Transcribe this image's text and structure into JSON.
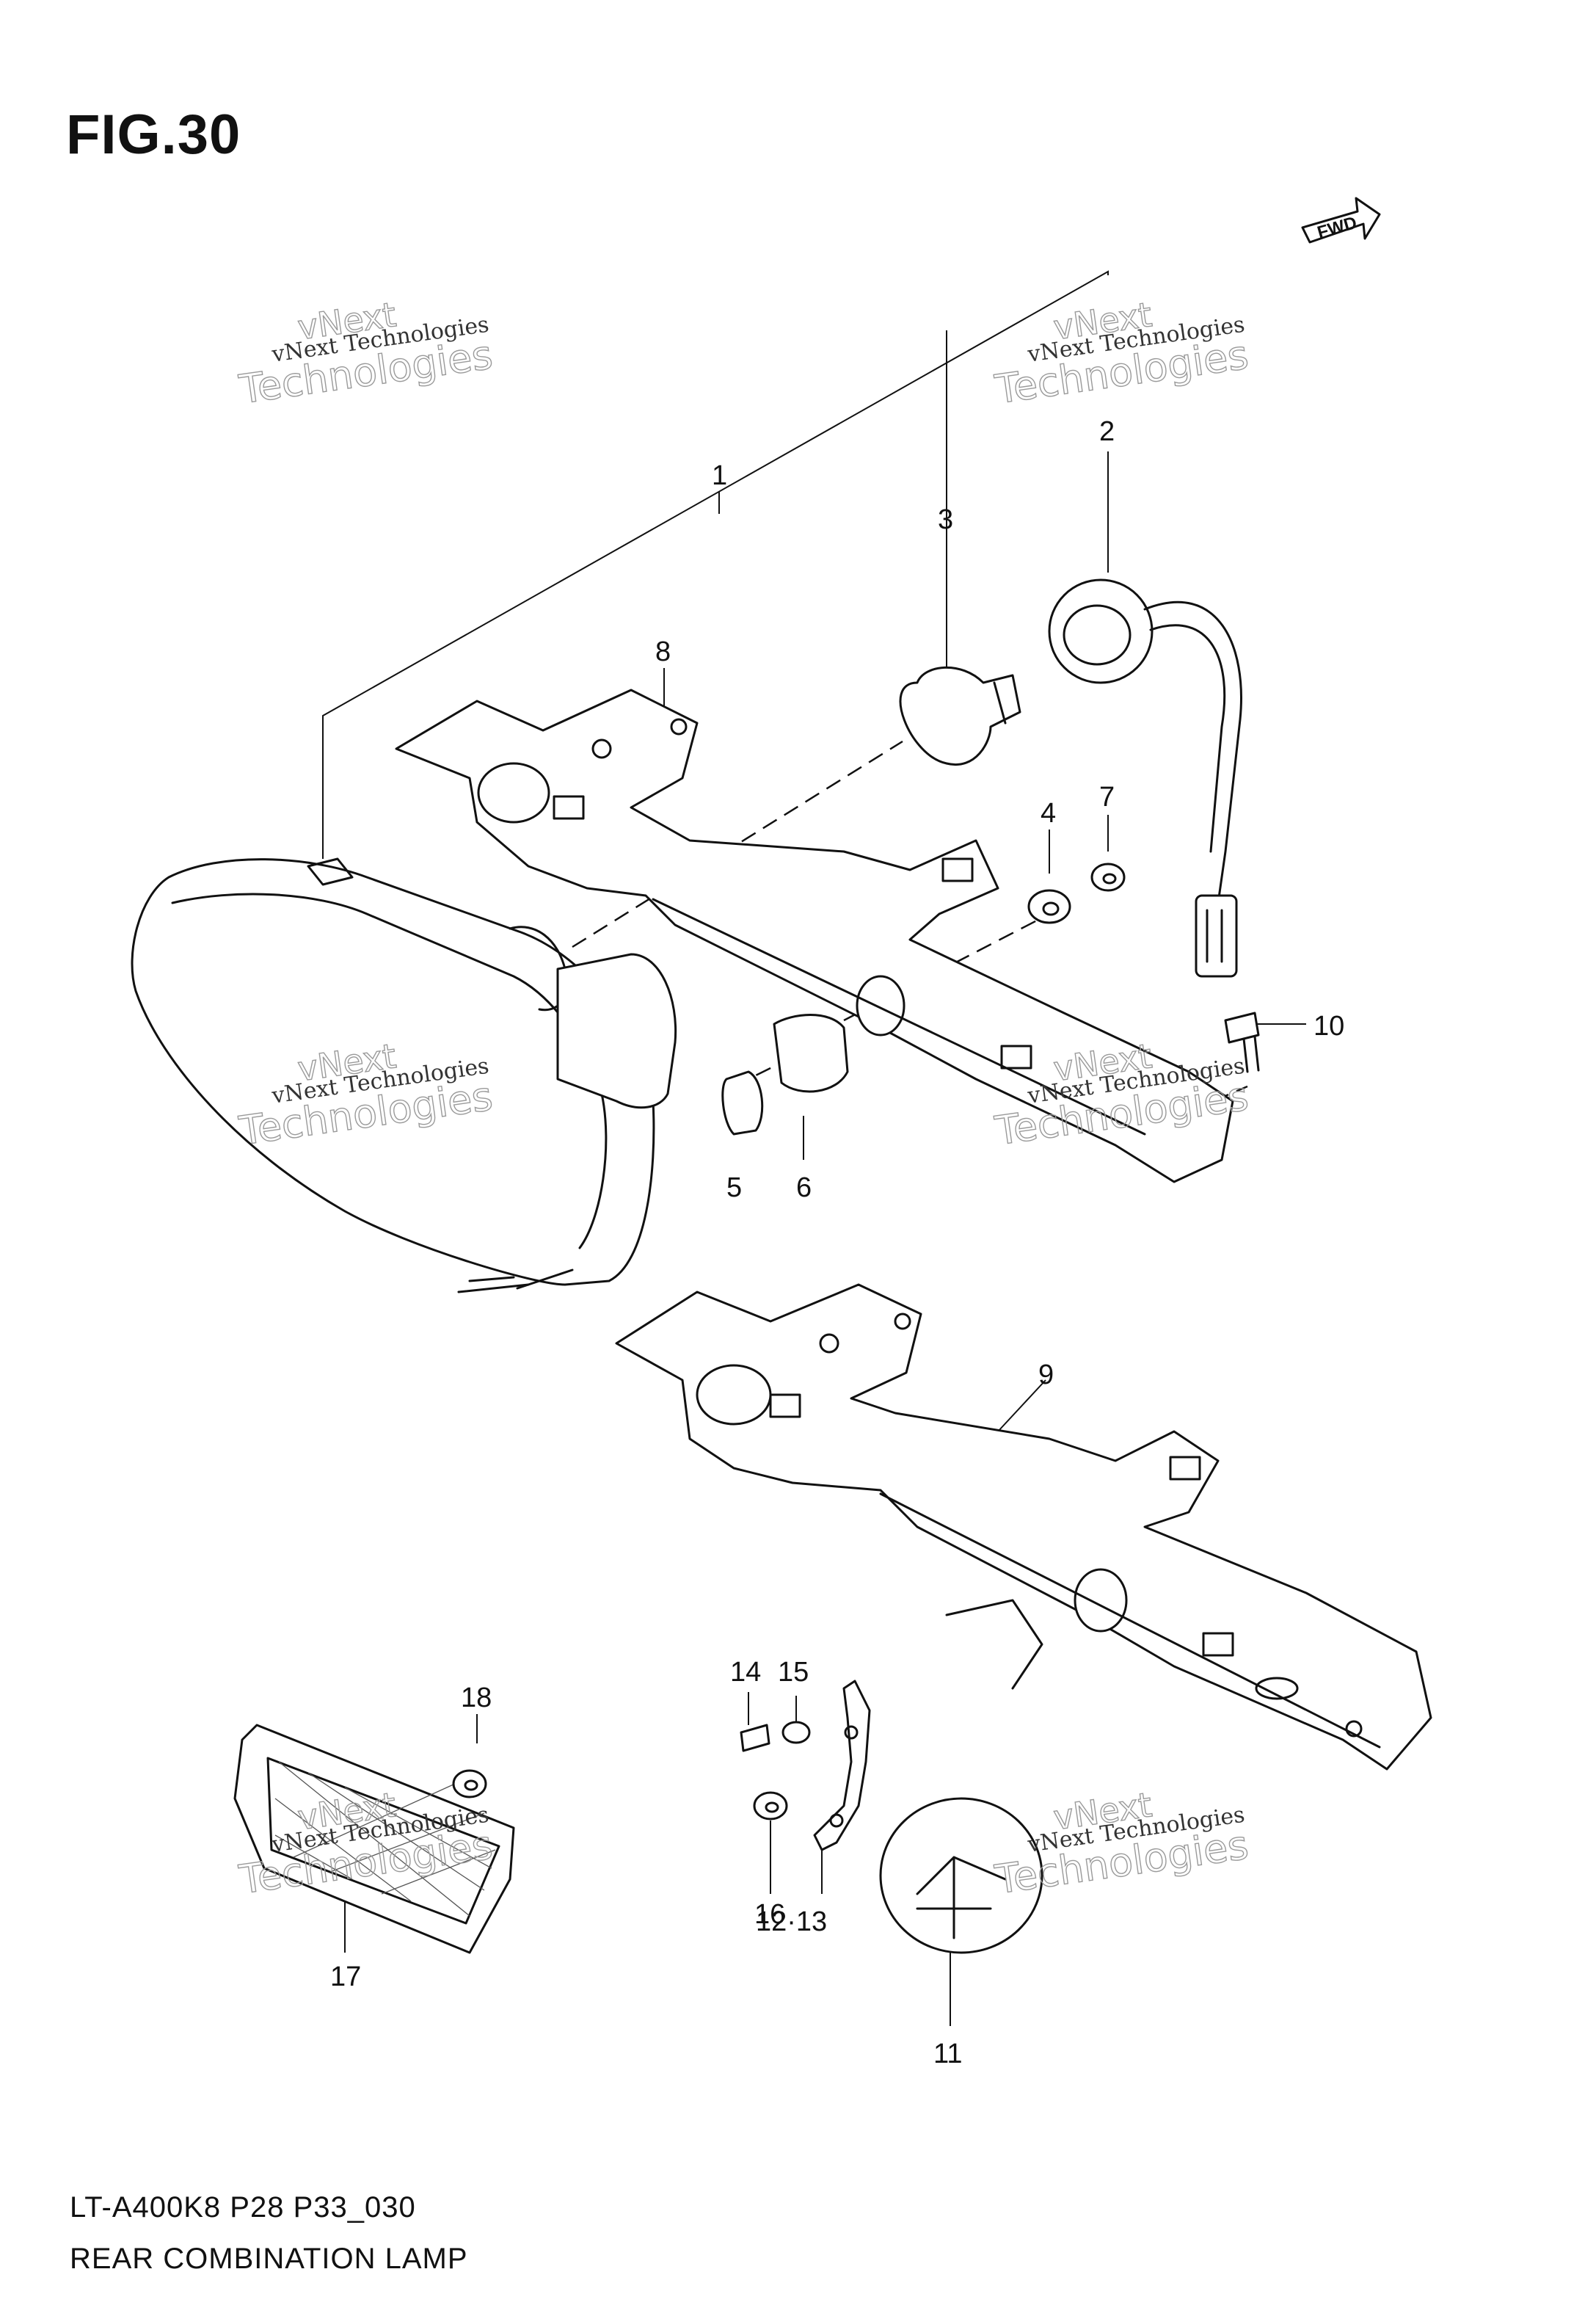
{
  "header": {
    "figure_label": "FIG.30"
  },
  "fwd_badge": {
    "text": "FWD"
  },
  "callouts": [
    {
      "id": "1",
      "label": "1"
    },
    {
      "id": "2",
      "label": "2"
    },
    {
      "id": "3",
      "label": "3"
    },
    {
      "id": "4",
      "label": "4"
    },
    {
      "id": "5",
      "label": "5"
    },
    {
      "id": "6",
      "label": "6"
    },
    {
      "id": "7",
      "label": "7"
    },
    {
      "id": "8",
      "label": "8"
    },
    {
      "id": "9",
      "label": "9"
    },
    {
      "id": "10",
      "label": "10"
    },
    {
      "id": "11",
      "label": "11"
    },
    {
      "id": "12-13",
      "label": "12·13"
    },
    {
      "id": "14",
      "label": "14"
    },
    {
      "id": "15",
      "label": "15"
    },
    {
      "id": "16",
      "label": "16"
    },
    {
      "id": "17",
      "label": "17"
    },
    {
      "id": "18",
      "label": "18"
    }
  ],
  "watermark": {
    "line1": "vNext Technologies",
    "line2": "vNext",
    "line3": "Technologies"
  },
  "footer": {
    "model_code": "LT-A400K8 P28 P33_030",
    "part_name": "REAR COMBINATION LAMP"
  }
}
